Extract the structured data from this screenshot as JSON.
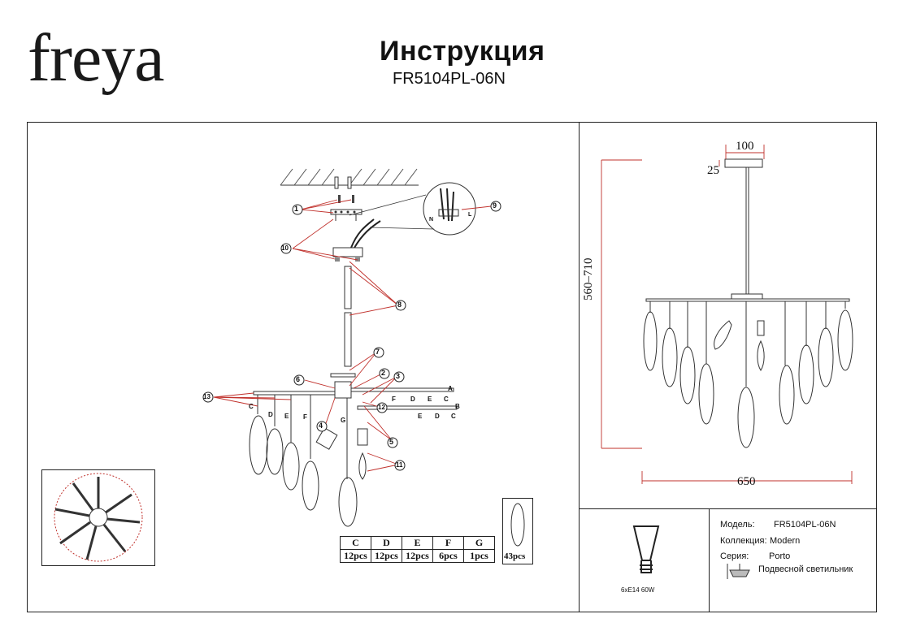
{
  "brand": "freya",
  "title": "Инструкция",
  "model_code": "FR5104PL-06N",
  "callouts": [
    "1",
    "2",
    "3",
    "4",
    "5",
    "6",
    "7",
    "8",
    "9",
    "10",
    "11",
    "12",
    "13"
  ],
  "bar_labels": {
    "a": "A",
    "b": "B"
  },
  "part_letters": [
    "C",
    "D",
    "E",
    "F",
    "G"
  ],
  "part_counts": [
    "12pcs",
    "12pcs",
    "12pcs",
    "6pcs",
    "1pcs"
  ],
  "extra_count": "43pcs",
  "wire_labels": {
    "n": "N",
    "l": "L"
  },
  "dimensions": {
    "width_top": "100",
    "height_top": "25",
    "height_range": "560–710",
    "width": "650"
  },
  "bulb_spec": "6xE14 60W",
  "specs": [
    {
      "label": "Модель:",
      "value": "FR5104PL-06N"
    },
    {
      "label": "Коллекция:",
      "value": "Modern"
    },
    {
      "label": "Серия:",
      "value": "Porto"
    }
  ],
  "type_label": "Подвесной светильник",
  "colors": {
    "accent": "#c0302b",
    "line": "#222222"
  }
}
